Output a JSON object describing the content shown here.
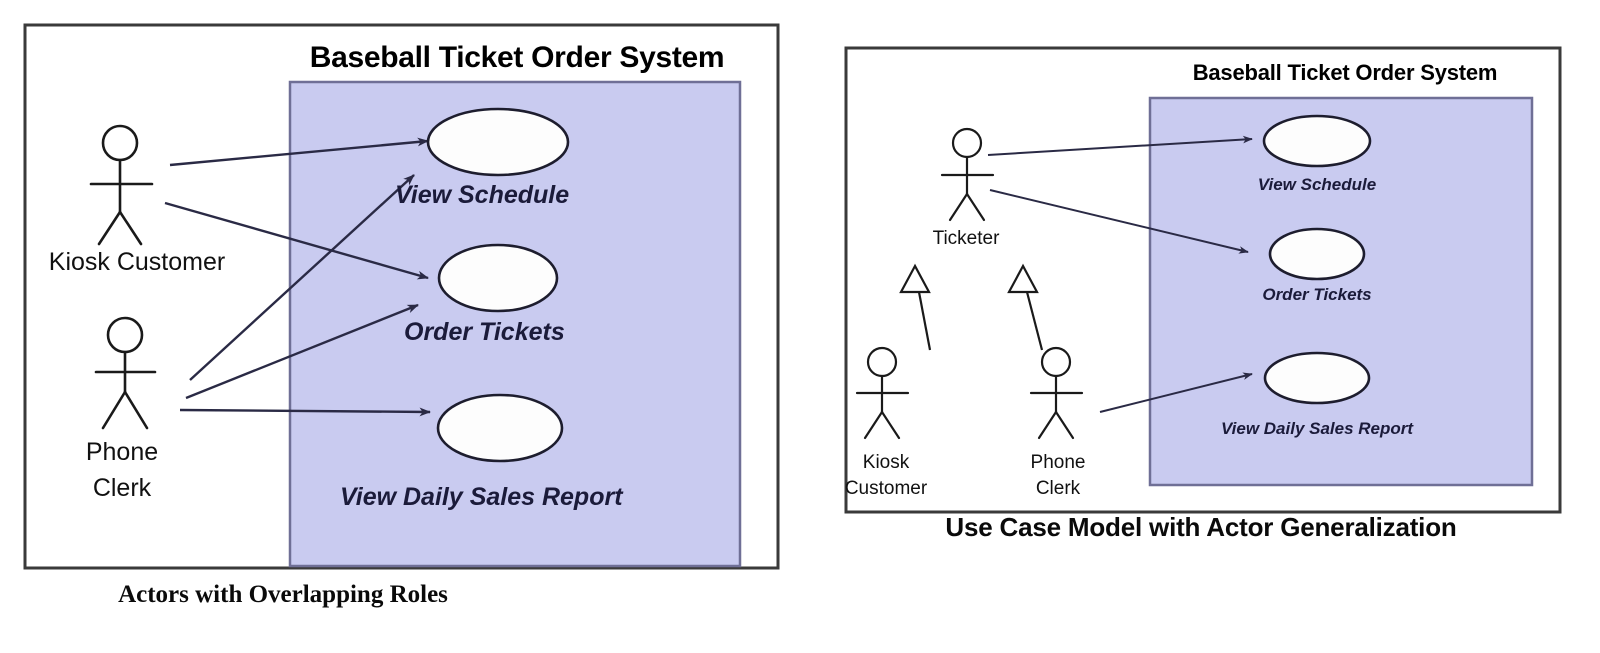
{
  "page": {
    "title": "UML Use Case Diagrams - Actor Generalization",
    "background_color": "#ffffff",
    "system_box_fill": "#c9cbf0",
    "system_box_stroke": "#6f6f96",
    "frame_stroke": "#3a3a3a",
    "arrow_color": "#2a2a45"
  },
  "diagrams": [
    {
      "id": "left",
      "caption": "Actors with Overlapping Roles",
      "system_title": "Baseball Ticket Order System",
      "actors": [
        {
          "id": "kiosk-customer",
          "label": "Kiosk Customer",
          "label_lines": [
            "Kiosk Customer"
          ]
        },
        {
          "id": "phone-clerk",
          "label": "Phone Clerk",
          "label_lines": [
            "Phone",
            "Clerk"
          ]
        }
      ],
      "use_cases": [
        {
          "id": "view-schedule",
          "label": "View Schedule"
        },
        {
          "id": "order-tickets",
          "label": "Order Tickets"
        },
        {
          "id": "view-daily-sales-report",
          "label": "View Daily Sales Report"
        }
      ],
      "associations": [
        {
          "from": "kiosk-customer",
          "to": "view-schedule"
        },
        {
          "from": "kiosk-customer",
          "to": "order-tickets"
        },
        {
          "from": "phone-clerk",
          "to": "view-schedule"
        },
        {
          "from": "phone-clerk",
          "to": "order-tickets"
        },
        {
          "from": "phone-clerk",
          "to": "view-daily-sales-report"
        }
      ],
      "generalizations": []
    },
    {
      "id": "right",
      "caption": "Use Case Model with Actor Generalization",
      "system_title": "Baseball Ticket Order System",
      "actors": [
        {
          "id": "ticketer",
          "label": "Ticketer",
          "label_lines": [
            "Ticketer"
          ]
        },
        {
          "id": "kiosk-customer",
          "label": "Kiosk Customer",
          "label_lines": [
            "Kiosk",
            "Customer"
          ]
        },
        {
          "id": "phone-clerk",
          "label": "Phone Clerk",
          "label_lines": [
            "Phone",
            "Clerk"
          ]
        }
      ],
      "use_cases": [
        {
          "id": "view-schedule",
          "label": "View Schedule"
        },
        {
          "id": "order-tickets",
          "label": "Order Tickets"
        },
        {
          "id": "view-daily-sales-report",
          "label": "View Daily Sales Report"
        }
      ],
      "associations": [
        {
          "from": "ticketer",
          "to": "view-schedule"
        },
        {
          "from": "ticketer",
          "to": "order-tickets"
        },
        {
          "from": "phone-clerk",
          "to": "view-daily-sales-report"
        }
      ],
      "generalizations": [
        {
          "from": "kiosk-customer",
          "to": "ticketer"
        },
        {
          "from": "phone-clerk",
          "to": "ticketer"
        }
      ]
    }
  ]
}
